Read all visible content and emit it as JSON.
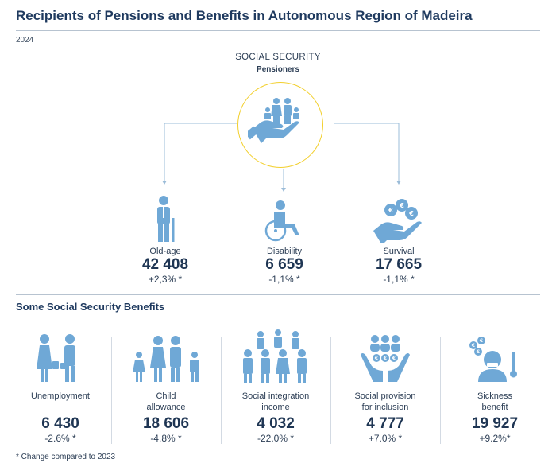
{
  "header": {
    "title": "Recipients of Pensions and Benefits in Autonomous Region of Madeira",
    "year": "2024"
  },
  "social_security": {
    "title": "SOCIAL SECURITY",
    "subtitle": "Pensioners",
    "pensions": [
      {
        "label": "Old-age",
        "value": "42 408",
        "change": "+2,3% *",
        "icon": "elderly-person-icon"
      },
      {
        "label": "Disability",
        "value": "6 659",
        "change": "-1,1% *",
        "icon": "wheelchair-icon"
      },
      {
        "label": "Survival",
        "value": "17 665",
        "change": "-1,1% *",
        "icon": "hand-coins-icon"
      }
    ]
  },
  "benefits": {
    "title": "Some Social Security Benefits",
    "items": [
      {
        "label_lines": [
          "Unemployment"
        ],
        "value": "6 430",
        "change": "-2.6% *",
        "icon": "unemployed-people-icon"
      },
      {
        "label_lines": [
          "Child",
          "allowance"
        ],
        "value": "18 606",
        "change": "-4.8% *",
        "icon": "family-icon"
      },
      {
        "label_lines": [
          "Social integration",
          "income"
        ],
        "value": "4 032",
        "change": "-22.0% *",
        "icon": "group-icon"
      },
      {
        "label_lines": [
          "Social provision",
          "for inclusion"
        ],
        "value": "4 777",
        "change": "+7.0% *",
        "icon": "hands-people-icon"
      },
      {
        "label_lines": [
          "Sickness",
          "benefit"
        ],
        "value": "19 927",
        "change": "+9.2%*",
        "icon": "sick-person-icon"
      }
    ]
  },
  "footnote": "* Change compared to 2023",
  "colors": {
    "accent": "#6fa8d6",
    "circle": "#f2cf2c",
    "text": "#1e3553"
  }
}
